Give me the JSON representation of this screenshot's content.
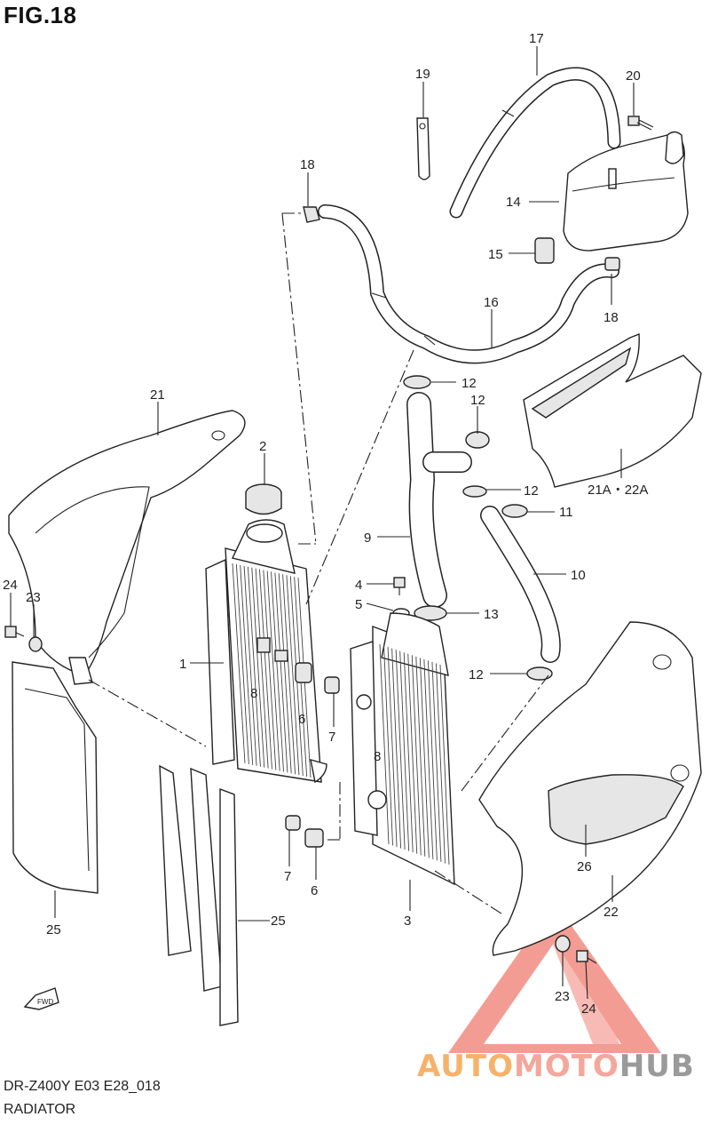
{
  "figure": {
    "title": "FIG.18",
    "model_code": "DR-Z400Y E03 E28_018",
    "caption": "RADIATOR"
  },
  "callouts": [
    "17",
    "19",
    "20",
    "18",
    "14",
    "15",
    "16",
    "18",
    "12",
    "12",
    "21",
    "2",
    "12",
    "11",
    "21A・22A",
    "9",
    "10",
    "24",
    "23",
    "1",
    "4",
    "5",
    "13",
    "8",
    "6",
    "7",
    "12",
    "8",
    "7",
    "6",
    "25",
    "3",
    "26",
    "22",
    "25",
    "23",
    "24"
  ],
  "fwd_label": "FWD",
  "watermark": {
    "part1": "AUTO",
    "part2": "MOTO",
    "part3": "HUB",
    "colors": {
      "part1": "#f6b26b",
      "part2": "#f4a79a",
      "part3": "#9a9a9a",
      "triangle": "#f28b82"
    }
  }
}
